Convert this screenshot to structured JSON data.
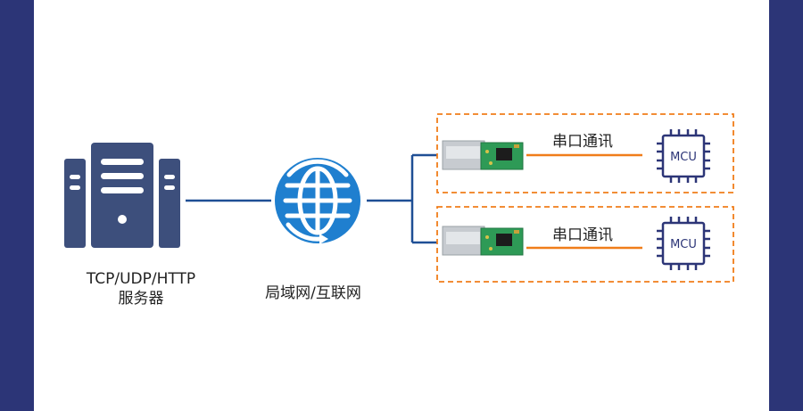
{
  "server": {
    "label_line1": "TCP/UDP/HTTP",
    "label_line2": "服务器"
  },
  "network": {
    "label": "局域网/互联网"
  },
  "devices": [
    {
      "link_label": "串口通讯",
      "mcu_label": "MCU"
    },
    {
      "link_label": "串口通讯",
      "mcu_label": "MCU"
    }
  ],
  "colors": {
    "frame": "#2c3577",
    "server_icon": "#3d4f7c",
    "globe": "#1f7fcf",
    "network_line": "#1f4f95",
    "serial_line": "#f07d1a",
    "dashed_border": "#f07d1a",
    "mcu_chip": "#2c3577"
  }
}
